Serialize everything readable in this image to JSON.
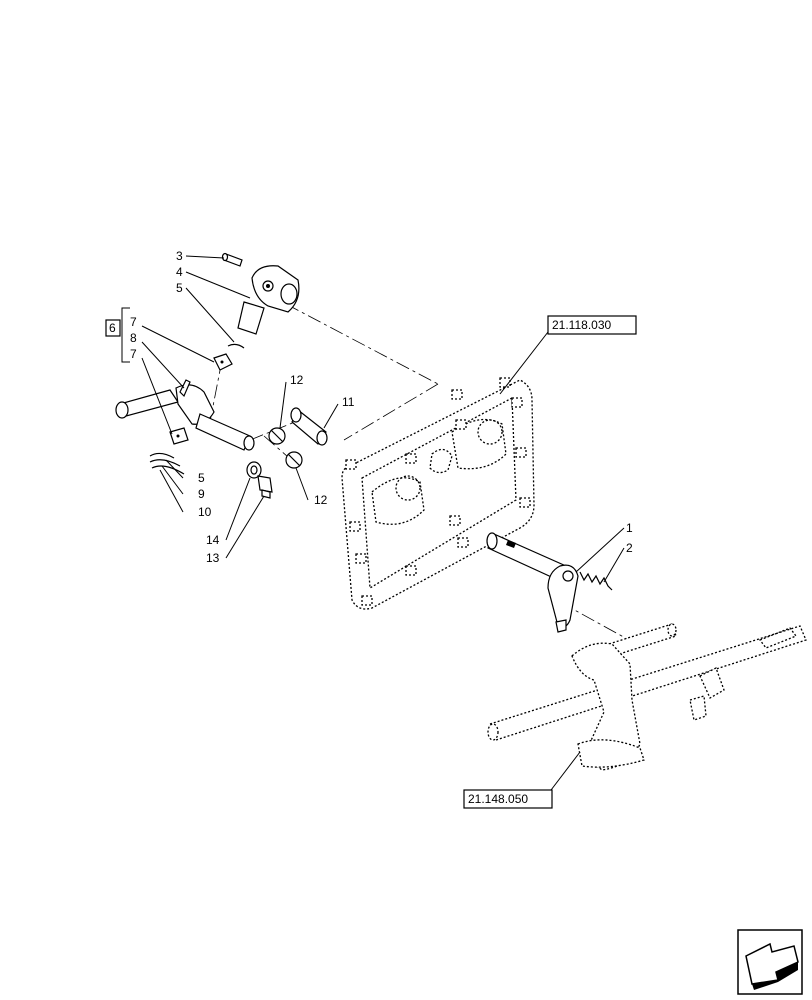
{
  "callouts": {
    "c1": "1",
    "c2": "2",
    "c3": "3",
    "c4": "4",
    "c5a": "5",
    "c5b": "5",
    "c6": "6",
    "c7a": "7",
    "c7b": "7",
    "c8": "8",
    "c9": "9",
    "c10": "10",
    "c11": "11",
    "c12a": "12",
    "c12b": "12",
    "c13": "13",
    "c14": "14"
  },
  "references": {
    "upper": "21.118.030",
    "lower": "21.148.050"
  },
  "nav_icon": "navigation-arrow-icon"
}
